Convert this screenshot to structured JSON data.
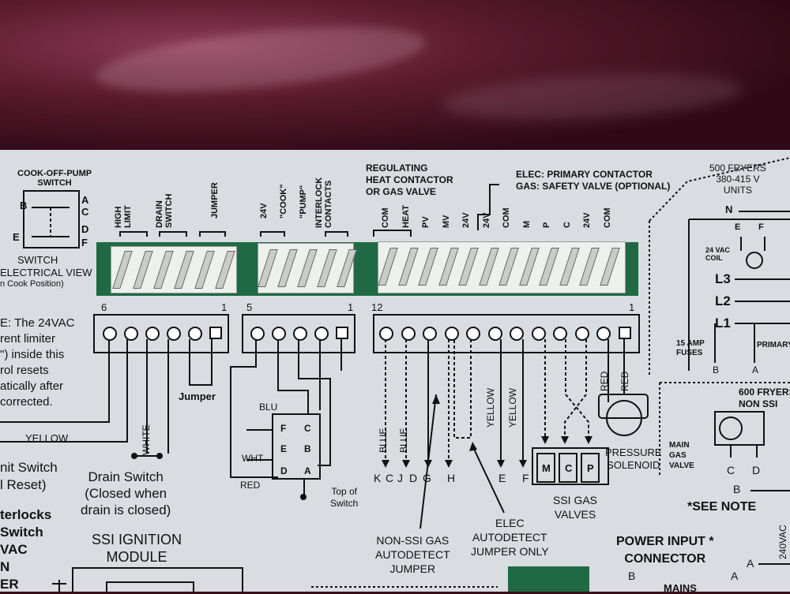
{
  "panel": {
    "cook_off_pump": {
      "title": "COOK-OFF-PUMP\nSWITCH",
      "letters": [
        "A",
        "B",
        "C",
        "D",
        "E",
        "F"
      ],
      "caption_1": "SWITCH",
      "caption_2": "ELECTRICAL VIEW",
      "caption_3": "n Cook Position)"
    },
    "conn6_labels": [
      "HIGH\nLIMIT",
      "DRAIN\nSWITCH",
      "JUMPER"
    ],
    "conn5_labels": [
      "24V",
      "\"COOK\"",
      "\"PUMP\"",
      "INTERLOCK\nCONTACTS"
    ],
    "conn12_header": "REGULATING\nHEAT CONTACTOR\nOR GAS VALVE",
    "conn12_labels": [
      "COM",
      "HEAT",
      "PV",
      "MV",
      "24V",
      "24V",
      "COM",
      "M",
      "P",
      "C",
      "24V",
      "COM"
    ],
    "elec_note": "ELEC: PRIMARY CONTACTOR\nGAS: SAFETY VALVE (OPTIONAL)",
    "units_title": "500 FRYERS\n380-415 V\nUNITS",
    "n_label": "N",
    "coil": "24 VAC\nCOIL",
    "ef": [
      "E",
      "F"
    ],
    "lines": [
      "L3",
      "L2",
      "L1"
    ],
    "fuses": "15 AMP\nFUSES",
    "primary": "PRIMARY",
    "ba": [
      "B",
      "A"
    ],
    "tb6_numbers": [
      "6",
      "1"
    ],
    "tb5_numbers": [
      "5",
      "1"
    ],
    "tb12_numbers": [
      "12",
      "1"
    ],
    "note_left": "E: The 24VAC\nrent limiter\n\") inside this\nrol resets\natically after\ncorrected.",
    "jumper": "Jumper",
    "yellow": "YELLOW",
    "white": "WHITE",
    "limit_switch": "nit Switch\nl Reset)",
    "drain_switch": "Drain Switch\n(Closed when\ndrain is closed)",
    "interlocks": "terlocks\nSwitch\nVAC\nN\nER",
    "ssi_module": "SSI IGNITION\nMODULE",
    "wire_blu": "BLU",
    "wire_wht": "WHT",
    "wire_red": "RED",
    "switch_letters": [
      "F",
      "C",
      "E",
      "B",
      "D",
      "A"
    ],
    "top_of_switch": "Top of\nSwitch",
    "wire_colors_12": [
      "BLUE",
      "BLUE",
      "YELLOW",
      "YELLOW",
      "RED",
      "RED"
    ],
    "bottom_letters": [
      "K",
      "C",
      "J",
      "D",
      "G",
      "H",
      "E",
      "F"
    ],
    "ssi_valve_letters": [
      "M",
      "C",
      "P"
    ],
    "ssi_gas_valves": "SSI GAS\nVALVES",
    "pressure_solenoid": "PRESSURE\nSOLENOID",
    "non_ssi": "NON-SSI GAS\nAUTODETECT\nJUMPER",
    "elec_autodetect": "ELEC\nAUTODETECT\nJUMPER ONLY",
    "fryer600": "600 FRYERS\nNON SSI",
    "main_gas_valve": "MAIN\nGAS\nVALVE",
    "cd": [
      "C",
      "D"
    ],
    "see_note": "*SEE NOTE",
    "power_input": "POWER INPUT *\nCONNECTOR",
    "vac240": "240VAC",
    "b_bottom": "B",
    "a_bottom": "A",
    "mains": "MAINS"
  }
}
